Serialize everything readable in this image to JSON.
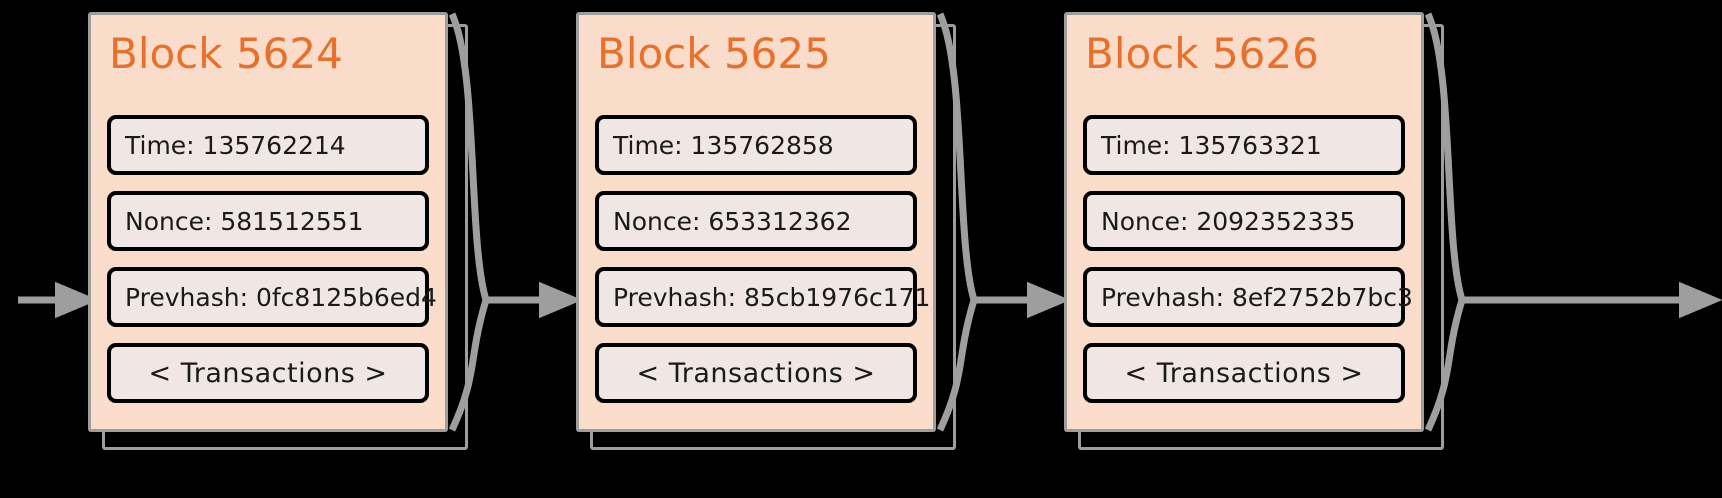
{
  "diagram": {
    "type": "blockchain-chain",
    "background_color": "#000000",
    "block_fill": "#f9dcc9",
    "block_border": "#9e9e9e",
    "field_fill": "#f0e7e4",
    "field_border": "#000000",
    "title_color": "#e8702a",
    "arrow_color": "#9e9e9e",
    "transactions_label": "< Transactions >",
    "blocks": [
      {
        "title": "Block 5624",
        "time": "Time: 135762214",
        "nonce": "Nonce: 581512551",
        "prevhash": "Prevhash: 0fc8125b6ed4",
        "transactions": "< Transactions >"
      },
      {
        "title": "Block 5625",
        "time": "Time: 135762858",
        "nonce": "Nonce: 653312362",
        "prevhash": "Prevhash: 85cb1976c171",
        "transactions": "< Transactions >"
      },
      {
        "title": "Block 5626",
        "time": "Time: 135763321",
        "nonce": "Nonce: 2092352335",
        "prevhash": "Prevhash: 8ef2752b7bc3",
        "transactions": "< Transactions >"
      }
    ]
  }
}
